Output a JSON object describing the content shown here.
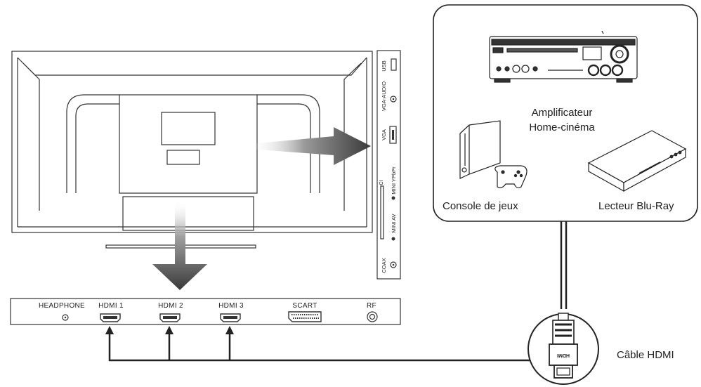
{
  "side_ports": {
    "usb": "USB",
    "vga_audio": "VGA-AUDIO",
    "vga": "VGA",
    "ci": "CI",
    "mini_ypbpr": "MINI YPbPr",
    "mini_av": "MINI AV",
    "coax": "COAX"
  },
  "bottom_ports": {
    "headphone": "HEADPHONE",
    "hdmi1": "HDMI 1",
    "hdmi2": "HDMI 2",
    "hdmi3": "HDMI 3",
    "scart": "SCART",
    "rf": "RF"
  },
  "devices": {
    "amplifier_line1": "Amplificateur",
    "amplifier_line2": "Home-cinéma",
    "console": "Console de jeux",
    "bluray": "Lecteur Blu-Ray"
  },
  "cable": {
    "label": "Câble HDMI",
    "plug_text": "HDMI"
  }
}
